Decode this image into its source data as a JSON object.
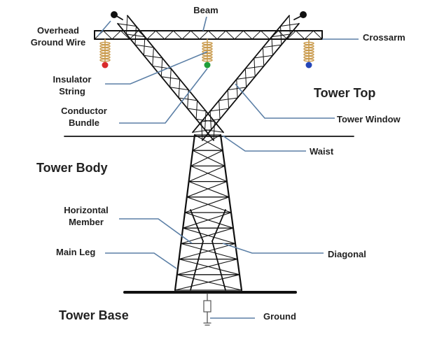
{
  "labels": {
    "beam": "Beam",
    "overhead_ground_wire": [
      "Overhead",
      "Ground Wire"
    ],
    "crossarm": "Crossarm",
    "insulator_string": [
      "Insulator",
      "String"
    ],
    "tower_top": "Tower Top",
    "conductor_bundle": [
      "Conductor",
      "Bundle"
    ],
    "tower_window": "Tower Window",
    "waist": "Waist",
    "tower_body": "Tower Body",
    "horizontal_member": [
      "Horizontal",
      "Member"
    ],
    "main_leg": "Main Leg",
    "diagonal": "Diagonal",
    "tower_base": "Tower Base",
    "ground": "Ground"
  },
  "colors": {
    "structure": "#111111",
    "leader_line": "#5b7fa6",
    "insulator": "#c99a4c",
    "conductor_left": "#d92b2b",
    "conductor_middle": "#1f9e3a",
    "conductor_right": "#2446b8",
    "ground_wire": "#111111"
  }
}
